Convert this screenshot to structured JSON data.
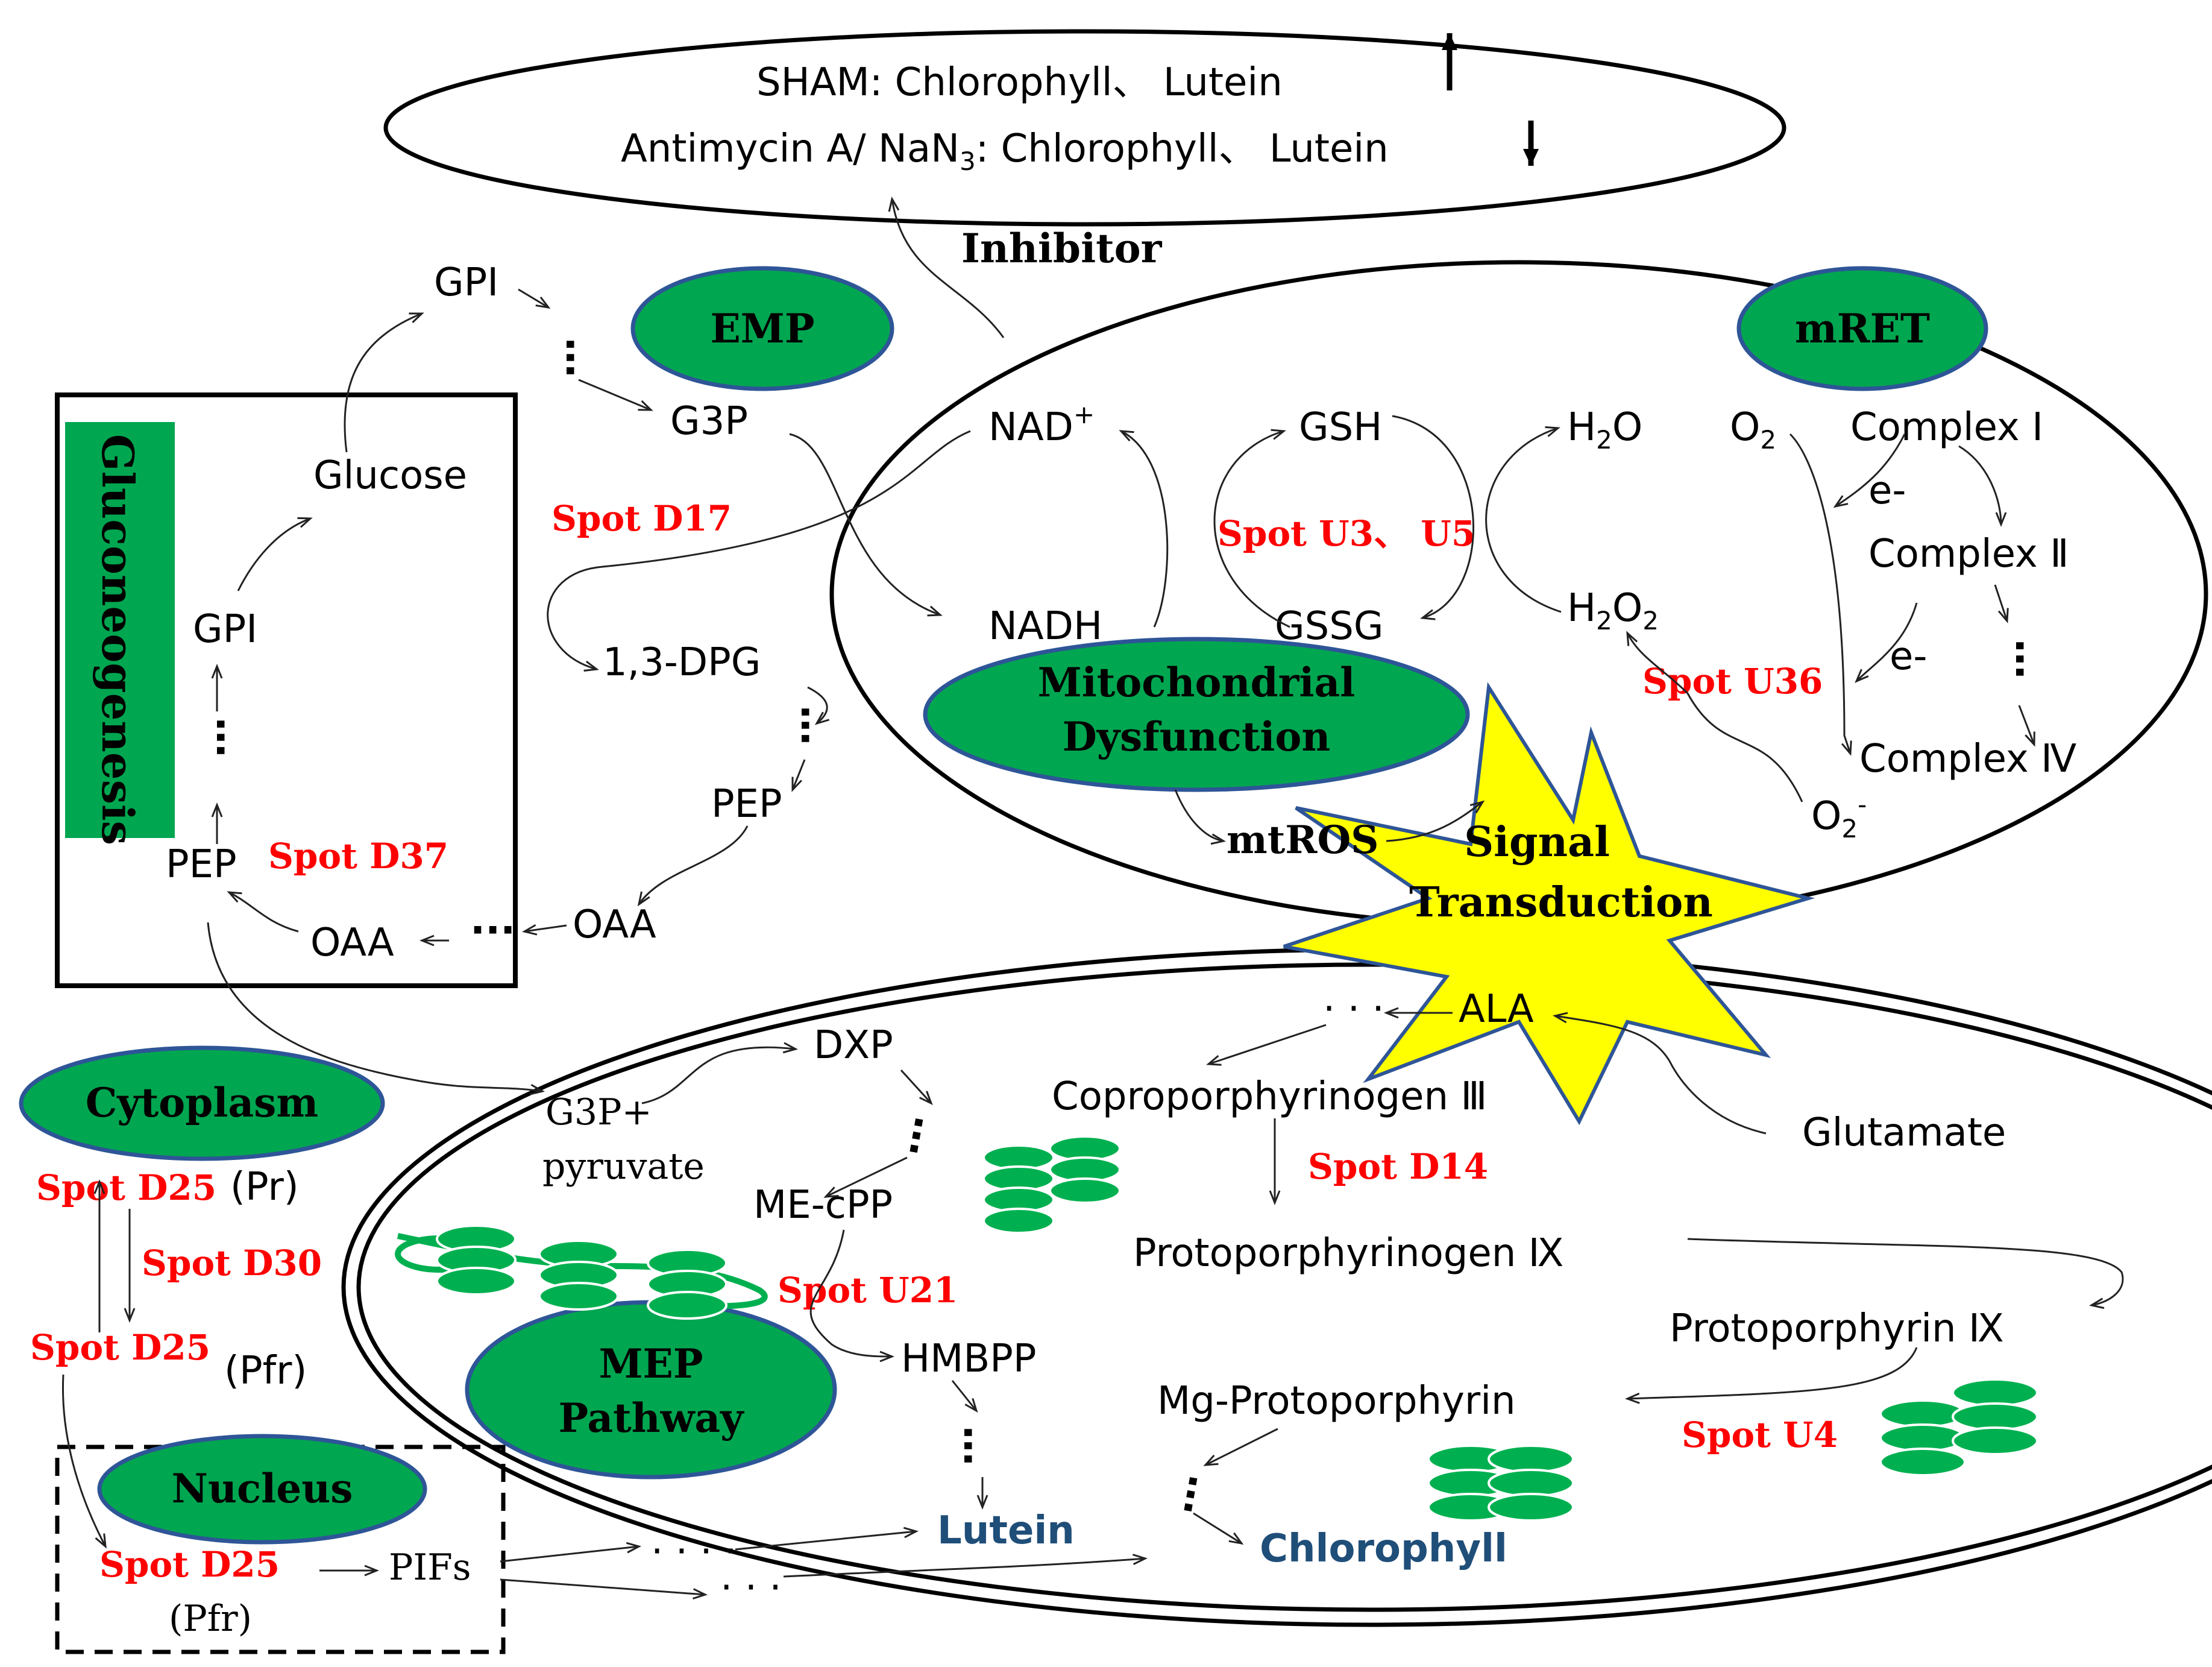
{
  "inhibitor_box": {
    "line1": "SHAM: Chlorophyll、 Lutein",
    "line2_prefix": "Antimycin A/ NaN",
    "line2_sub": "3",
    "line2_suffix": ": Chlorophyll、 Lutein",
    "arrow_up": "↑",
    "arrow_down": "↓"
  },
  "labels": {
    "inhibitor": "Inhibitor",
    "emp": "EMP",
    "mret": "mRET",
    "gluconeogenesis": "Gluconeogenesis",
    "mito_line1": "Mitochondrial",
    "mito_line2": "Dysfunction",
    "signal_line1": "Signal",
    "signal_line2": "Transduction",
    "cytoplasm": "Cytoplasm",
    "mep_line1": "MEP",
    "mep_line2": "Pathway",
    "nucleus": "Nucleus"
  },
  "glycolysis": {
    "gpi_top": "GPI",
    "g3p": "G3P",
    "dpg": "1,3-DPG",
    "pep_right": "PEP",
    "oaa_right": "OAA",
    "oaa_left": "OAA",
    "pep_left": "PEP",
    "gpi_left": "GPI",
    "glucose": "Glucose",
    "dots": "…",
    "mid_dots": "···"
  },
  "mito": {
    "nad_prefix": "NAD",
    "nad_sup": "+",
    "nadh": "NADH",
    "gsh": "GSH",
    "gssg": "GSSG",
    "h2o_h": "H",
    "h2o_2": "2",
    "h2o_o": "O",
    "h2o2_h": "H",
    "h2o2_2a": "2",
    "h2o2_o": "O",
    "h2o2_2b": "2",
    "o2_o": "O",
    "o2_2": "2",
    "complex1": "Complex Ⅰ",
    "complex2": "Complex Ⅱ",
    "complex4": "Complex Ⅳ",
    "e1": "e-",
    "e2": "e-",
    "superoxide_o": "O",
    "superoxide_2": "2",
    "superoxide_minus": "-",
    "mtros": "mtROS"
  },
  "spots": {
    "d17": "Spot D17",
    "u3u5": "Spot U3、 U5",
    "u36": "Spot U36",
    "d37": "Spot D37",
    "d14": "Spot D14",
    "u21": "Spot U21",
    "u4": "Spot U4",
    "d25_pr": "Spot D25",
    "d30": "Spot D30",
    "d25_pfr": "Spot D25",
    "d25_nuc": "Spot D25"
  },
  "cyto": {
    "pr": "(Pr)",
    "pfr": "(Pfr)",
    "pfr_nuc": "(Pfr)",
    "pifs": "PIFs"
  },
  "chloroplast": {
    "ala": "ALA",
    "glutamate": "Glutamate",
    "copro": "Coproporphyrinogen Ⅲ",
    "protogen": "Protoporphyrinogen Ⅸ",
    "proto": "Protoporphyrin Ⅸ",
    "mgproto": "Mg-Protoporphyrin",
    "chlorophyll": "Chlorophyll",
    "lutein": "Lutein",
    "dxp": "DXP",
    "g3p_pyr_1": "G3P+",
    "g3p_pyr_2": "pyruvate",
    "mecpp": "ME-cPP",
    "hmbpp": "HMBPP",
    "dots_ala": "· · ·",
    "dots_nuc1": "· · · ·",
    "dots_nuc2": "· · ·"
  },
  "colors": {
    "ellipse_green": "#00a650",
    "ellipse_border": "#2e5597",
    "spot_red": "#ff0000",
    "pigment_blue": "#1f4e79",
    "burst_yellow": "#ffff00"
  }
}
